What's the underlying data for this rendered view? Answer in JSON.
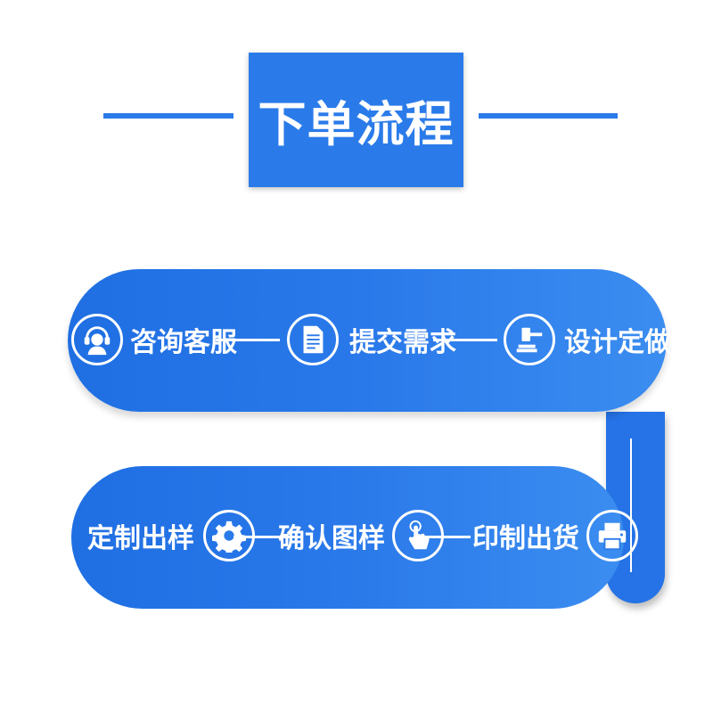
{
  "title": "下单流程",
  "colors": {
    "primary": "#2a7be9",
    "text": "#ffffff"
  },
  "steps": [
    {
      "label": "咨询客服",
      "icon": "customer-service-icon"
    },
    {
      "label": "提交需求",
      "icon": "document-icon"
    },
    {
      "label": "设计定做",
      "icon": "hammer-icon"
    },
    {
      "label": "定制出样",
      "icon": "gear-icon"
    },
    {
      "label": "确认图样",
      "icon": "tap-hand-icon"
    },
    {
      "label": "印制出货",
      "icon": "printer-icon"
    }
  ]
}
